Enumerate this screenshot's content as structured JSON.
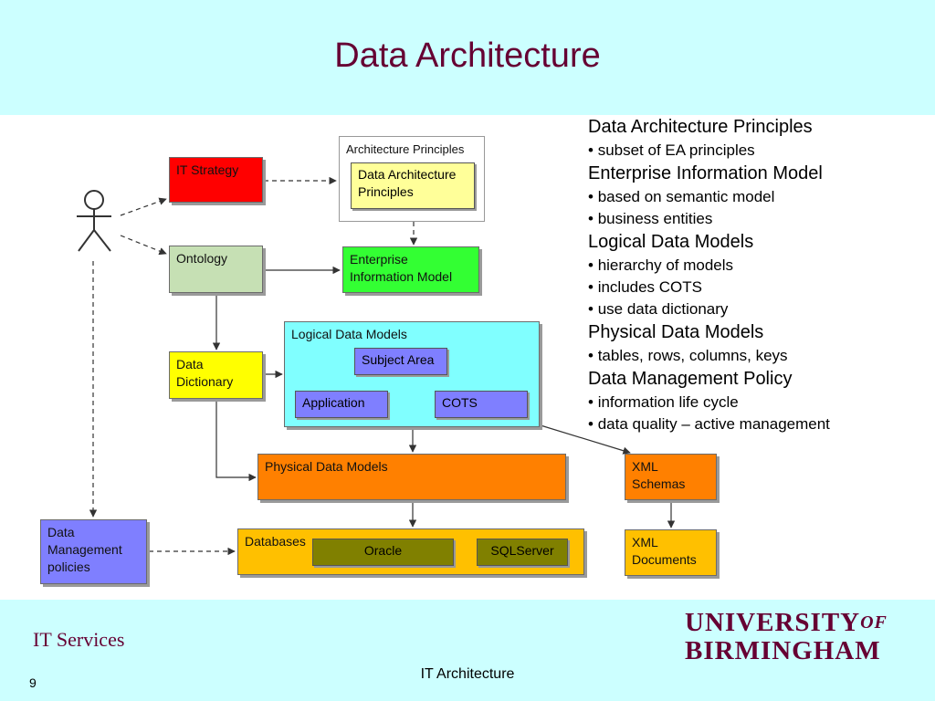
{
  "slide": {
    "title": "Data Architecture",
    "footer_left": "IT Services",
    "page_number": "9",
    "footer_center": "IT Architecture",
    "logo_line1": "UNIVERSITY",
    "logo_of": "OF",
    "logo_line2": "BIRMINGHAM"
  },
  "colors": {
    "band": "#ccffff",
    "title": "#660033",
    "it_strategy": "#ff0000",
    "ontology": "#c6e0b4",
    "architecture_principles_inner": "#ffff99",
    "enterprise_model": "#33ff33",
    "logical_models": "#80ffff",
    "model_boxes": "#7f7fff",
    "data_dictionary": "#ffff00",
    "physical_models": "#ff8000",
    "databases": "#ffc000",
    "database_items": "#808000",
    "xml_schemas": "#ff8000",
    "xml_documents": "#ffc000",
    "data_management": "#7f7fff"
  },
  "diagram": {
    "it_strategy": "IT Strategy",
    "ontology": "Ontology",
    "architecture_principles": "Architecture Principles",
    "data_architecture_principles": "Data Architecture Principles",
    "enterprise_information_model": "Enterprise Information Model",
    "logical_data_models": "Logical Data Models",
    "subject_area": "Subject Area",
    "application": "Application",
    "cots": "COTS",
    "data_dictionary": "Data Dictionary",
    "physical_data_models": "Physical Data Models",
    "databases": "Databases",
    "oracle": "Oracle",
    "sqlserver": "SQLServer",
    "xml_schemas": "XML Schemas",
    "xml_documents": "XML Documents",
    "data_management_policies": "Data Management policies"
  },
  "notes": {
    "h1": "Data Architecture Principles",
    "b1": "subset of EA principles",
    "h2": "Enterprise Information Model",
    "b2": "based on semantic model",
    "b3": "business entities",
    "h3": "Logical Data Models",
    "b4": "hierarchy of models",
    "b5": "includes COTS",
    "b6": "use data dictionary",
    "h4": "Physical Data Models",
    "b7": "tables, rows, columns, keys",
    "h5": "Data Management Policy",
    "b8": "information life cycle",
    "b9": "data quality – active management"
  }
}
